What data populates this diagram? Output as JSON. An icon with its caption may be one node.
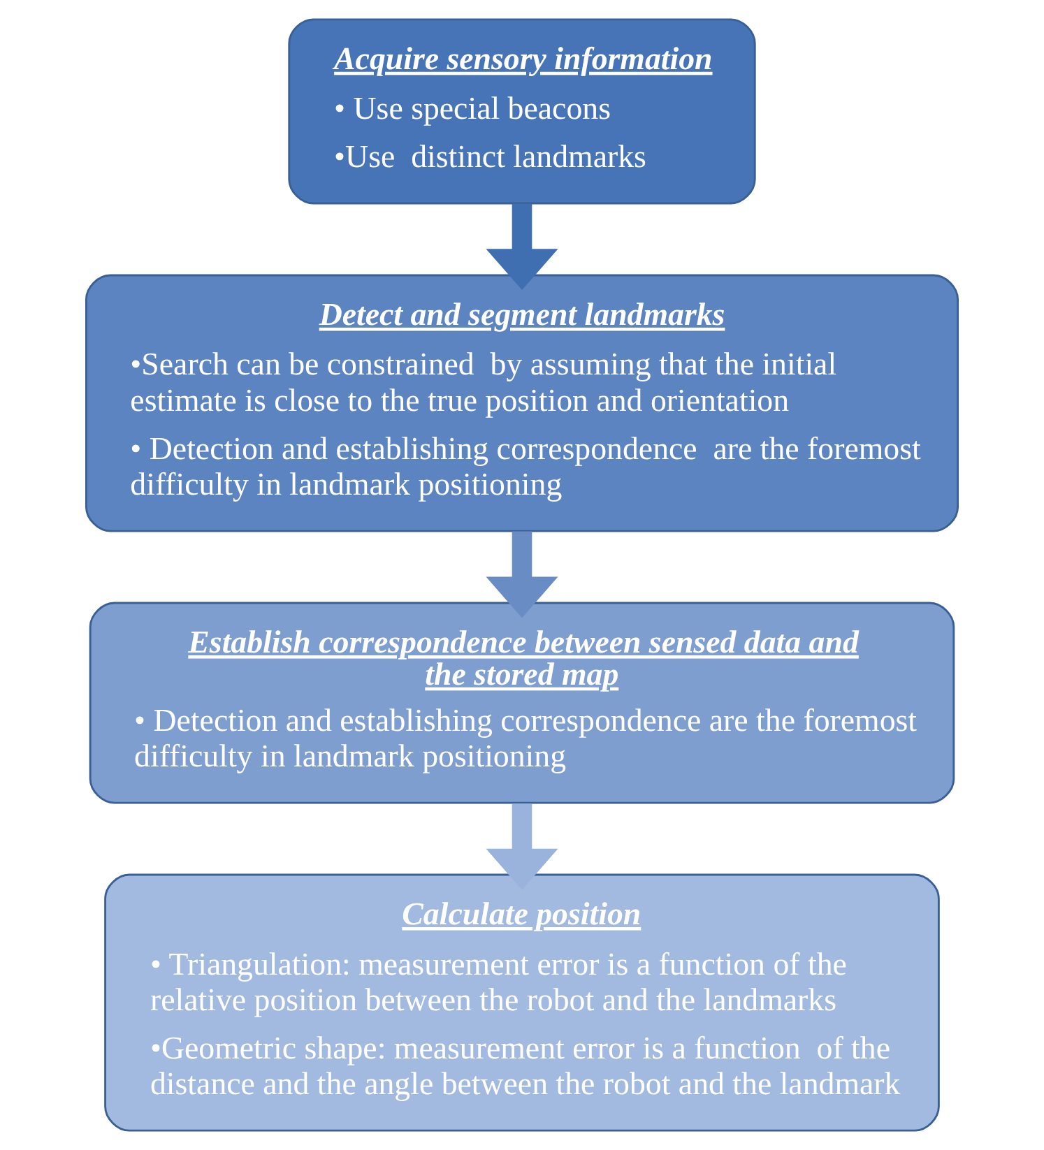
{
  "diagram": {
    "nodes": [
      {
        "text": [
          "Acquire sensory information",
          "• Use special beacons",
          "•Use  distinct landmarks"
        ]
      },
      {
        "text": [
          "Detect and segment landmarks",
          "•Search can be constrained  by assuming that the initial estimate is close to the true position and orientation",
          "• Detection and establishing correspondence  are the foremost  difficulty in landmark positioning"
        ]
      },
      {
        "text": [
          "Establish correspondence between sensed data and the stored map",
          "• Detection and establishing correspondence are the foremost  difficulty in landmark positioning"
        ]
      },
      {
        "text": [
          "Calculate position",
          "• Triangulation: measurement error is a function of the relative position between the robot and the landmarks",
          "•Geometric shape: measurement error is a function  of the distance and the angle between the robot and the landmark"
        ]
      }
    ],
    "edges": [
      {
        "from": 0,
        "to": 1,
        "arrow": "to",
        "color": "#3f6fb0"
      },
      {
        "from": 1,
        "to": 2,
        "arrow": "to",
        "color": "#6a8cc4"
      },
      {
        "from": 2,
        "to": 3,
        "arrow": "to",
        "color": "#9ab3dc"
      }
    ]
  }
}
